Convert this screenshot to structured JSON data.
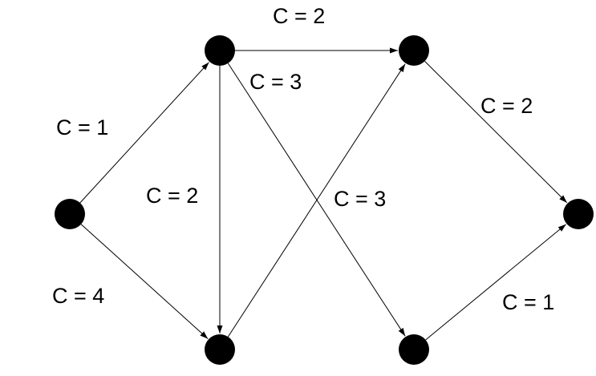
{
  "diagram": {
    "type": "directed-graph",
    "colors": {
      "node": "#000000",
      "edge": "#000000",
      "background": "#ffffff"
    },
    "nodes": [
      {
        "id": "n1"
      },
      {
        "id": "n2"
      },
      {
        "id": "n3"
      },
      {
        "id": "n4"
      },
      {
        "id": "n5"
      },
      {
        "id": "n6"
      }
    ],
    "edges": [
      {
        "id": "e1",
        "from": "n1",
        "to": "n2",
        "label": "C = 1"
      },
      {
        "id": "e2",
        "from": "n1",
        "to": "n3",
        "label": "C = 4"
      },
      {
        "id": "e3",
        "from": "n2",
        "to": "n3",
        "label": "C = 2"
      },
      {
        "id": "e4",
        "from": "n2",
        "to": "n4",
        "label": "C = 2"
      },
      {
        "id": "e5",
        "from": "n2",
        "to": "n5",
        "label": "C = 3"
      },
      {
        "id": "e6",
        "from": "n3",
        "to": "n4",
        "label": "C = 3"
      },
      {
        "id": "e7",
        "from": "n4",
        "to": "n6",
        "label": "C = 2"
      },
      {
        "id": "e8",
        "from": "n5",
        "to": "n6",
        "label": "C = 1"
      }
    ]
  }
}
